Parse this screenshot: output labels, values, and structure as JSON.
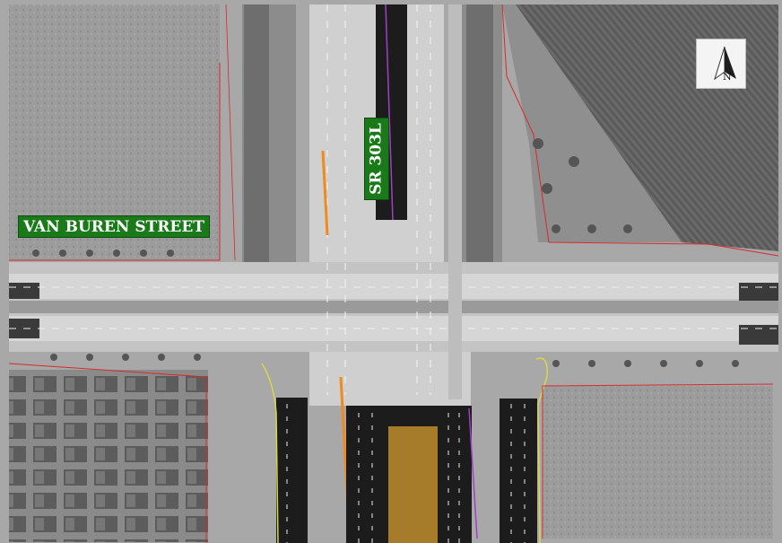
{
  "labels": {
    "street": "VAN BUREN STREET",
    "highway": "SR 303L"
  },
  "compass": {
    "letter": "N",
    "icon": "north-arrow-icon"
  },
  "colors": {
    "label_bg": "#1a7a1a",
    "label_text": "#ffffff",
    "right_of_way": "#d62b2b",
    "proposed_pavement": "#1c1c1c",
    "median_fill": "#a67c2a",
    "edge_stripe": "#f08a1c",
    "purple_line": "#a040c8",
    "yellow_line": "#d8d84a"
  }
}
